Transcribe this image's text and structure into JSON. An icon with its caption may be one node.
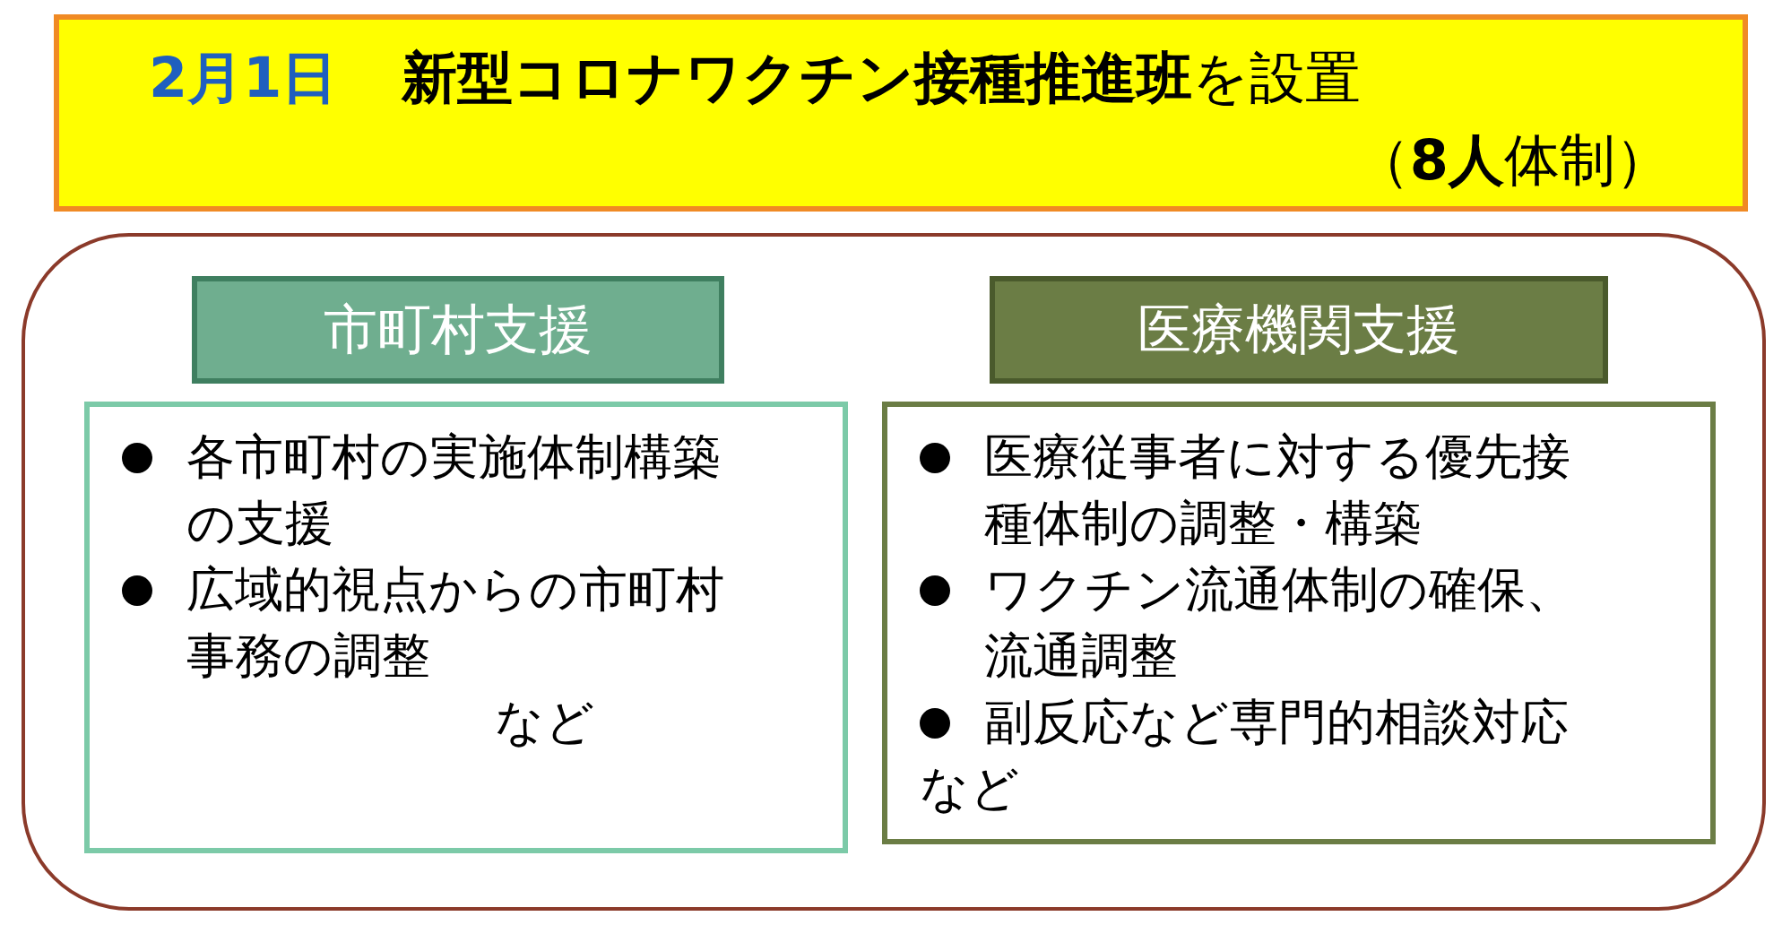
{
  "diagram": {
    "nodes": [
      {
        "text": [
          "2月1日",
          "**新型コロナワクチン接種推進班**を設置",
          "（**8人**体制）"
        ]
      },
      {
        "text": [],
        "shape": "box"
      },
      {
        "text": [
          "市町村支援"
        ],
        "in": 1
      },
      {
        "text": [
          "各市町村の実施体制構築の支援",
          "広域的視点からの市町村事務の調整",
          "など"
        ],
        "in": 1
      },
      {
        "text": [
          "医療機関支援"
        ],
        "in": 1
      },
      {
        "text": [
          "医療従事者に対する優先接種体制の調整・構築",
          "ワクチン流通体制の確保、流通調整",
          "副反応など専門的相談対応",
          "など"
        ],
        "in": 1
      }
    ]
  }
}
